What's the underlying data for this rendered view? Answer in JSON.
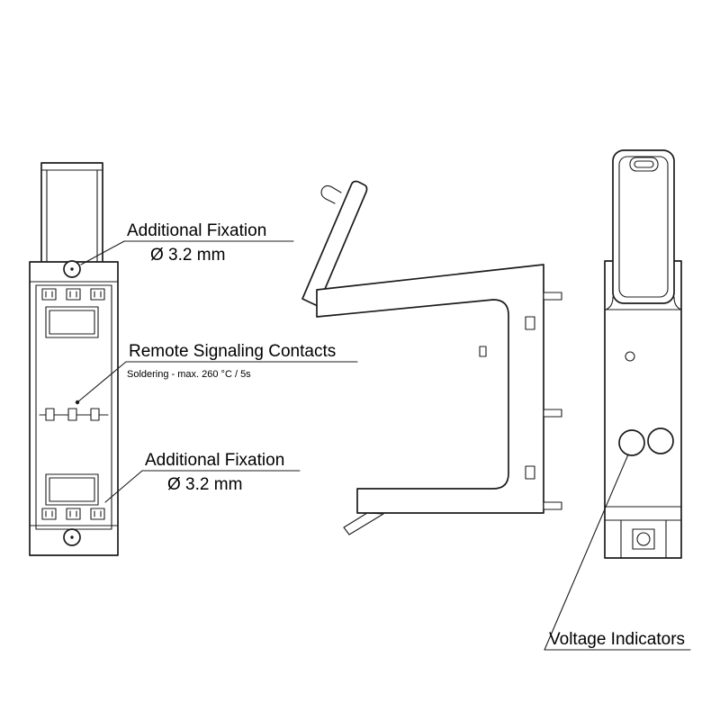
{
  "drawing": {
    "background": "#ffffff",
    "line_color": "#1c1c1c",
    "text_color": "#000000"
  },
  "annotations": {
    "fixation_top": {
      "title": "Additional Fixation",
      "value": "Ø 3.2 mm"
    },
    "signaling": {
      "title": "Remote Signaling Contacts",
      "note": "Soldering - max. 260 °C / 5s"
    },
    "fixation_bottom": {
      "title": "Additional Fixation",
      "value": "Ø 3.2 mm"
    },
    "voltage": {
      "title": "Voltage Indicators"
    }
  }
}
